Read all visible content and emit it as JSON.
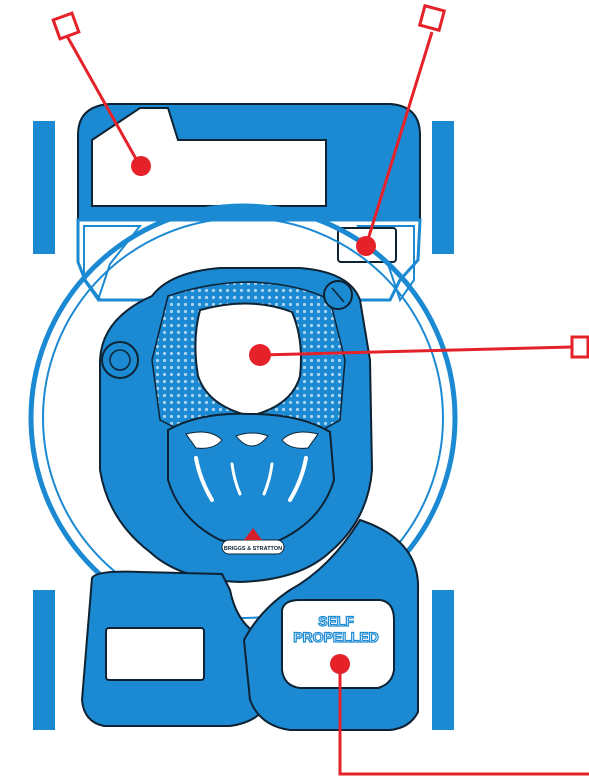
{
  "colors": {
    "body_blue": "#1b8ad3",
    "dark_outline": "#0d2233",
    "white": "#ffffff",
    "callout_red": "#e5222a",
    "logo_red": "#d3202a",
    "logo_bg": "#ffffff"
  },
  "deck_label": {
    "line1": "SELF",
    "line2": "PROPELLED"
  },
  "engine_logo": {
    "text": "BRIGGS & STRATTON"
  },
  "callouts": [
    {
      "id": "label-area-top-left",
      "marker": "square",
      "target": "top-left-decal"
    },
    {
      "id": "label-area-top-right",
      "marker": "square",
      "target": "small-rear-decal"
    },
    {
      "id": "label-area-right",
      "marker": "square",
      "target": "engine-cover-decal"
    },
    {
      "id": "label-area-bottom-right",
      "marker": "none",
      "target": "self-propelled-decal"
    }
  ]
}
